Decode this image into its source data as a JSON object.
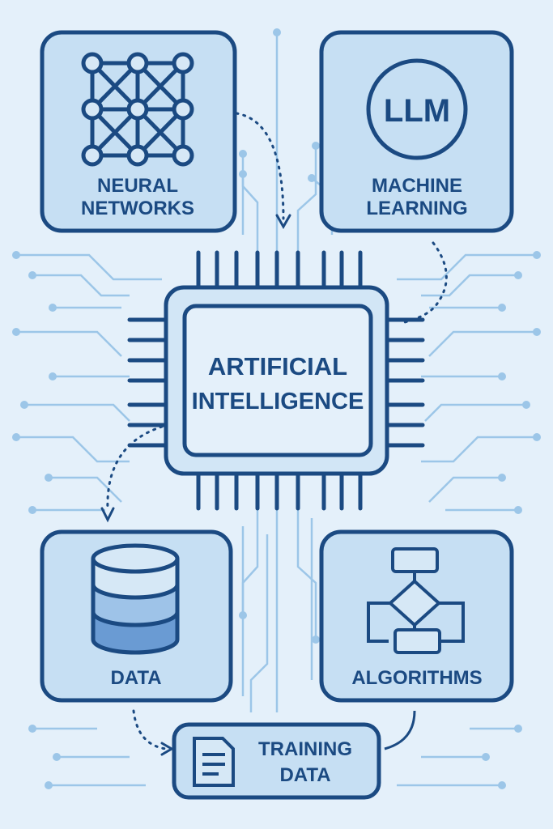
{
  "nodes": {
    "neural_networks": {
      "line1": "NEURAL",
      "line2": "NETWORKS"
    },
    "machine_learning": {
      "badge": "LLM",
      "line1": "MACHINE",
      "line2": "LEARNING"
    },
    "core": {
      "line1": "ARTIFICIAL",
      "line2": "INTELLIGENCE"
    },
    "data": {
      "label": "DATA"
    },
    "algorithms": {
      "label": "ALGORITHMS"
    },
    "training_data": {
      "line1": "TRAINING",
      "line2": "DATA"
    }
  },
  "colors": {
    "background": "#e4f0fa",
    "box_fill": "#c6dff3",
    "stroke": "#1b4a82",
    "trace": "#9cc6e8"
  }
}
